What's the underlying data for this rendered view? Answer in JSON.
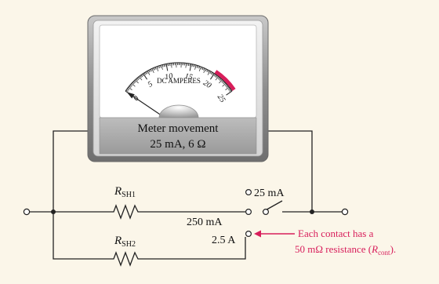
{
  "colors": {
    "background": "#fbf6e9",
    "wire": "#222222",
    "meter_frame": "#9a9a9a",
    "meter_face": "#ffffff",
    "meter_label_bg": "#a9a9a9",
    "scale_red": "#d81e5b",
    "annotation": "#d81e5b"
  },
  "meter": {
    "scale_ticks": [
      "0",
      "5",
      "10",
      "15",
      "20",
      "25"
    ],
    "scale_title": "DC AMPERES",
    "label_line1": "Meter movement",
    "label_line2": "25 mA, 6 Ω",
    "needle_value": 0,
    "red_zone": [
      20,
      25
    ]
  },
  "resistors": {
    "rsh1": {
      "base": "R",
      "sub": "SH1"
    },
    "rsh2": {
      "base": "R",
      "sub": "SH2"
    }
  },
  "switch": {
    "pos_25ma": "25 mA",
    "pos_250ma": "250 mA",
    "pos_2_5a": "2.5 A"
  },
  "annotation": {
    "line1": "Each contact has a",
    "line2_prefix": "50 mΩ resistance (",
    "line2_var": "R",
    "line2_sub": "cont",
    "line2_suffix": ")."
  }
}
